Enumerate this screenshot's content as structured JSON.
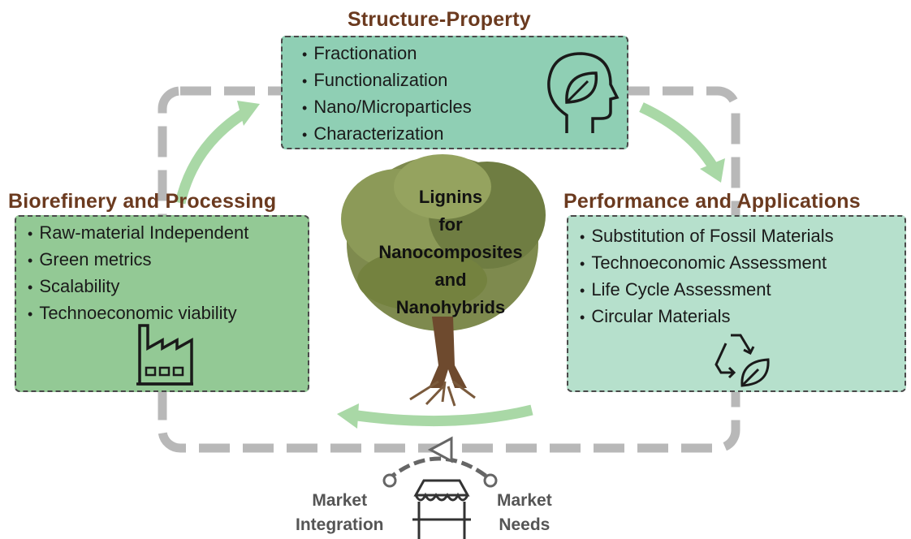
{
  "top": {
    "heading": "Structure-Property",
    "items": [
      "Fractionation",
      "Functionalization",
      "Nano/Microparticles",
      "Characterization"
    ],
    "icon": "head-leaf-icon"
  },
  "left": {
    "heading": "Biorefinery and Processing",
    "items": [
      "Raw-material Independent",
      "Green metrics",
      "Scalability",
      "Technoeconomic viability"
    ],
    "icon": "factory-icon"
  },
  "right": {
    "heading": "Performance and Applications",
    "items": [
      "Substitution of Fossil Materials",
      "Technoeconomic Assessment",
      "Life Cycle Assessment",
      "Circular Materials"
    ],
    "icon": "recycle-leaf-icon"
  },
  "center": {
    "line1": "Lignins",
    "line2": "for",
    "line3": "Nanocomposites",
    "line4": "and",
    "line5": "Nanohybrids",
    "image": "tree"
  },
  "market": {
    "left_line1": "Market",
    "left_line2": "Integration",
    "right_line1": "Market",
    "right_line2": "Needs",
    "icon": "market-stall-icon"
  },
  "colors": {
    "heading": "#6b3a1f",
    "top_box": "#8fcfb4",
    "left_box": "#93c995",
    "right_box": "#b6e0cc",
    "arrow": "#a9d8a6",
    "cycle": "#b8b8b8"
  }
}
